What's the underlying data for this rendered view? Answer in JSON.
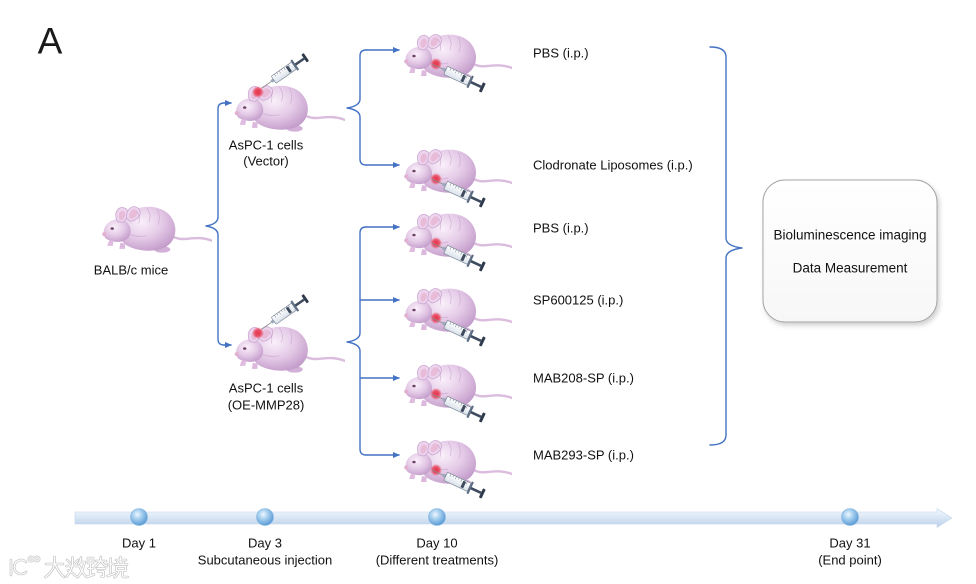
{
  "panel_label": "A",
  "strain": {
    "label": "BALB/c mice"
  },
  "groups": [
    {
      "cells": "AsPC-1 cells",
      "type": "(Vector)",
      "treatments": [
        "PBS (i.p.)",
        "Clodronate Liposomes (i.p.)"
      ]
    },
    {
      "cells": "AsPC-1 cells",
      "type": "(OE-MMP28)",
      "treatments": [
        "PBS (i.p.)",
        "SP600125 (i.p.)",
        "MAB208-SP (i.p.)",
        "MAB293-SP (i.p.)"
      ]
    }
  ],
  "readout": {
    "lines": [
      "Bioluminescence imaging",
      "Data Measurement"
    ]
  },
  "timeline": {
    "milestones": [
      {
        "day": "Day 1"
      },
      {
        "day": "Day 3",
        "event": "Subcutaneous injection"
      },
      {
        "day": "Day 10",
        "event": "(Different treatments)"
      },
      {
        "day": "Day 31",
        "event": "(End point)"
      }
    ]
  },
  "icons": {
    "animal": "mouse-icon",
    "injection": "syringe-icon",
    "injection_site": "injection-site-icon"
  },
  "colors": {
    "connector": "#4472c4",
    "mouse_skin": "#e3c8e6",
    "injection_site": "#e8334a",
    "timeline": "#b9cfe9",
    "milestone": "#5b9bd5",
    "box_border": "#a5a5a5",
    "text": "#111111"
  },
  "watermark": {
    "text": "大数跨境"
  }
}
